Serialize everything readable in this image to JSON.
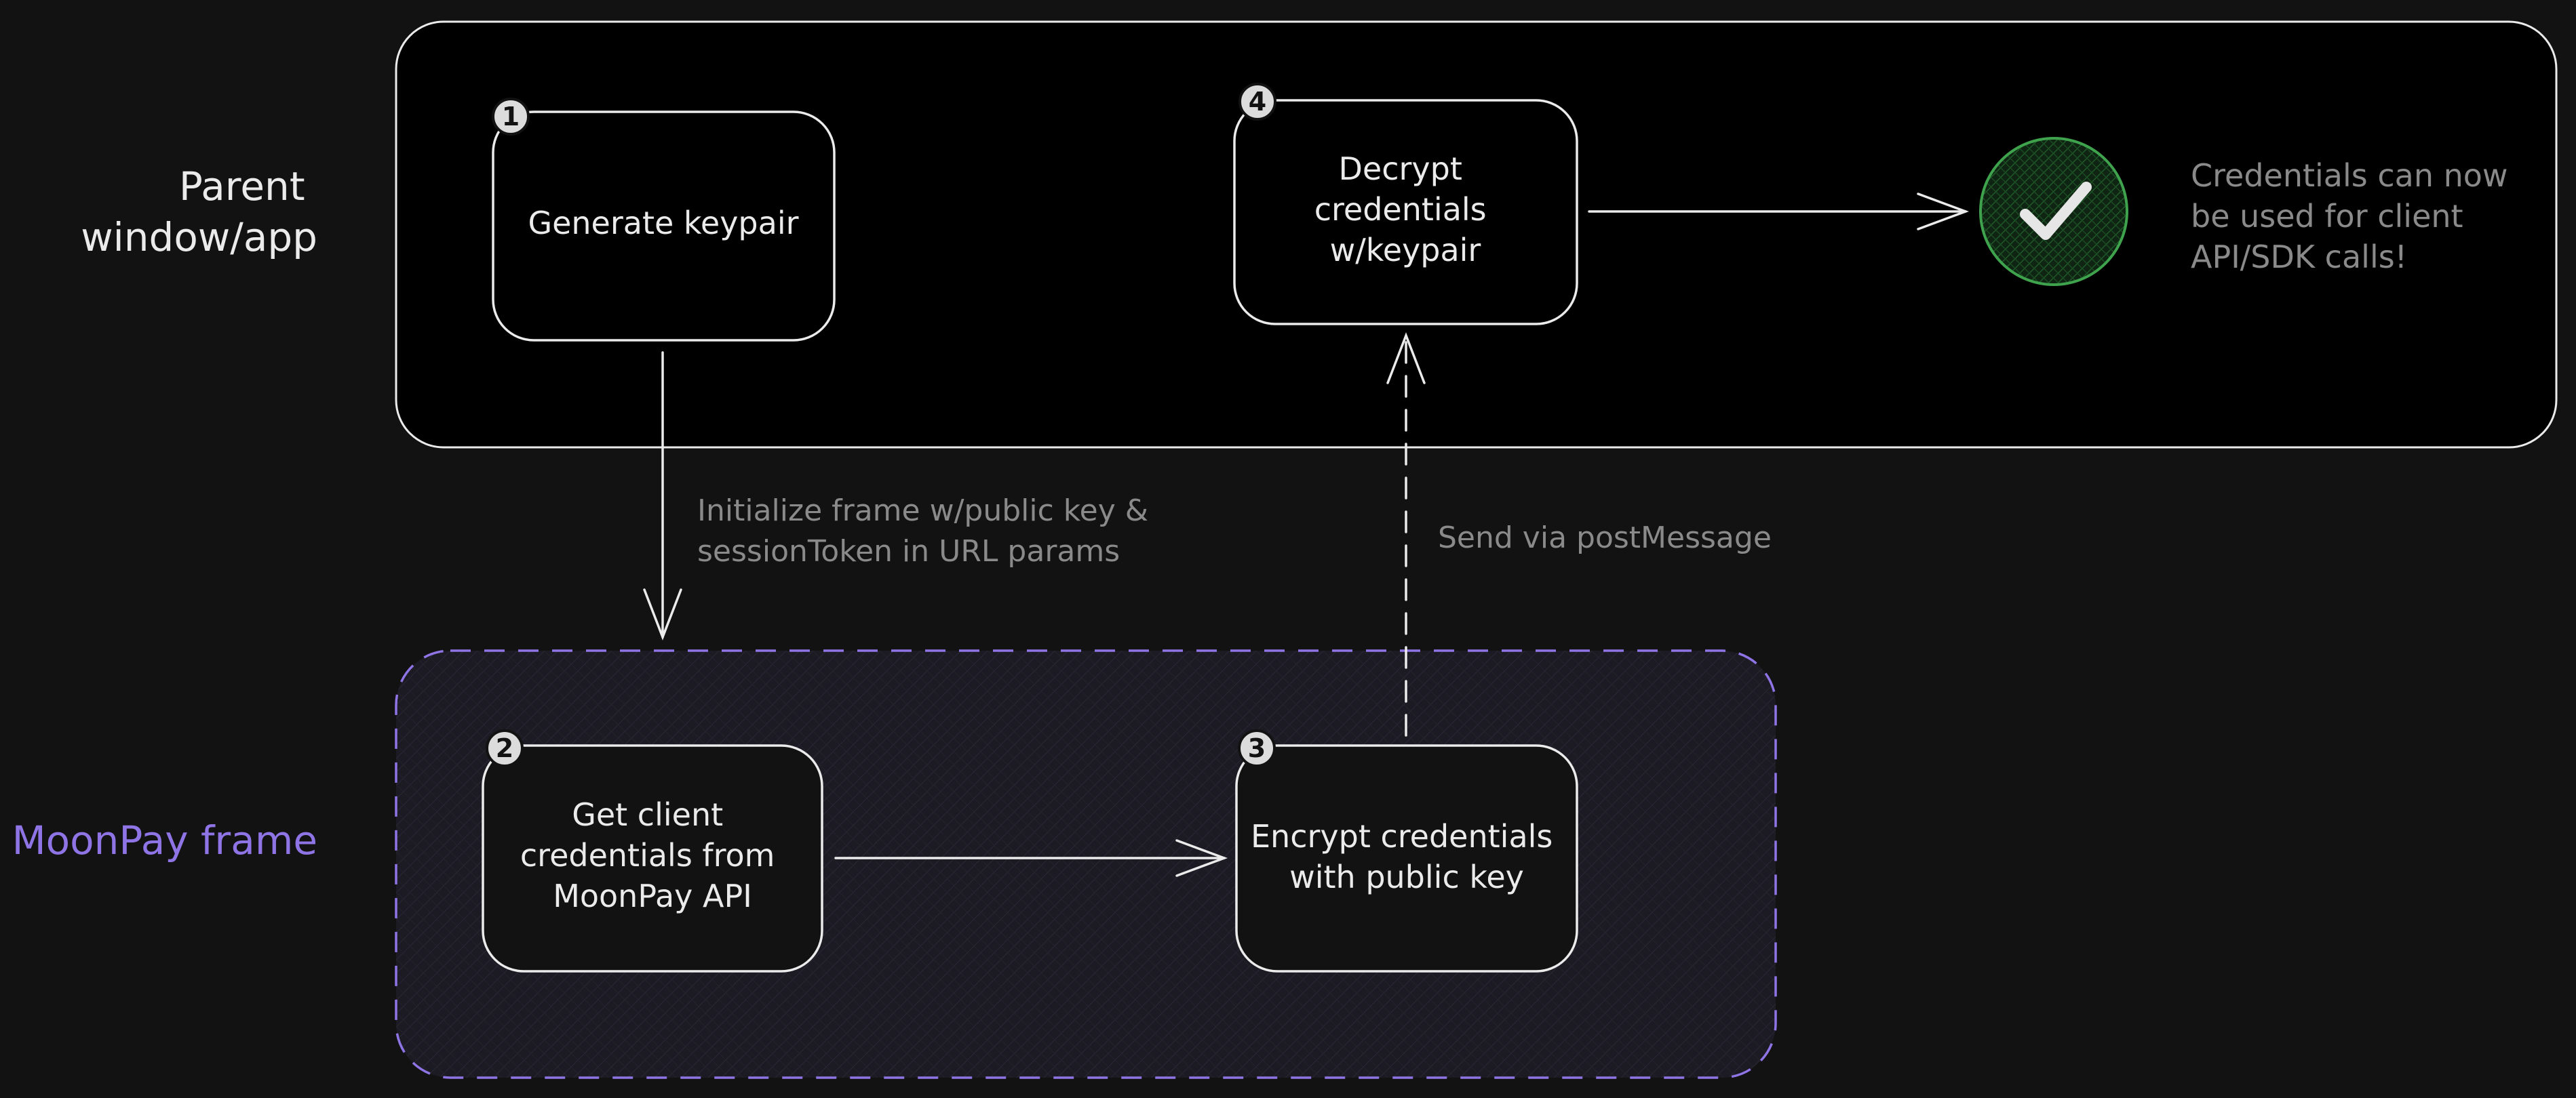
{
  "lanes": {
    "parent": {
      "label_lines": [
        "Parent",
        "window/app"
      ],
      "color": "#ebebeb"
    },
    "frame": {
      "label": "MoonPay frame",
      "color": "#8f74e6"
    }
  },
  "steps": [
    {
      "id": "generate",
      "badge": "1",
      "lines": [
        "Generate keypair"
      ]
    },
    {
      "id": "decrypt",
      "badge": "4",
      "lines": [
        "Decrypt",
        "credentials",
        "w/keypair"
      ]
    },
    {
      "id": "get-creds",
      "badge": "2",
      "lines": [
        "Get client",
        "credentials from",
        "MoonPay API"
      ]
    },
    {
      "id": "encrypt",
      "badge": "3",
      "lines": [
        "Encrypt credentials",
        "with public key"
      ]
    }
  ],
  "edges": {
    "init_frame": [
      "Initialize frame w/public key &",
      "sessionToken in URL params"
    ],
    "post_message": [
      "Send via postMessage"
    ]
  },
  "result": {
    "note_lines": [
      "Credentials can now",
      "be used for client",
      "API/SDK calls!"
    ],
    "check_color": "#3fa34d"
  },
  "colors": {
    "background": "#121212",
    "stroke": "#ebebeb",
    "muted_text": "#8a8a8a",
    "frame_dash": "#8f74e6",
    "frame_fill": "#1c1b24"
  }
}
